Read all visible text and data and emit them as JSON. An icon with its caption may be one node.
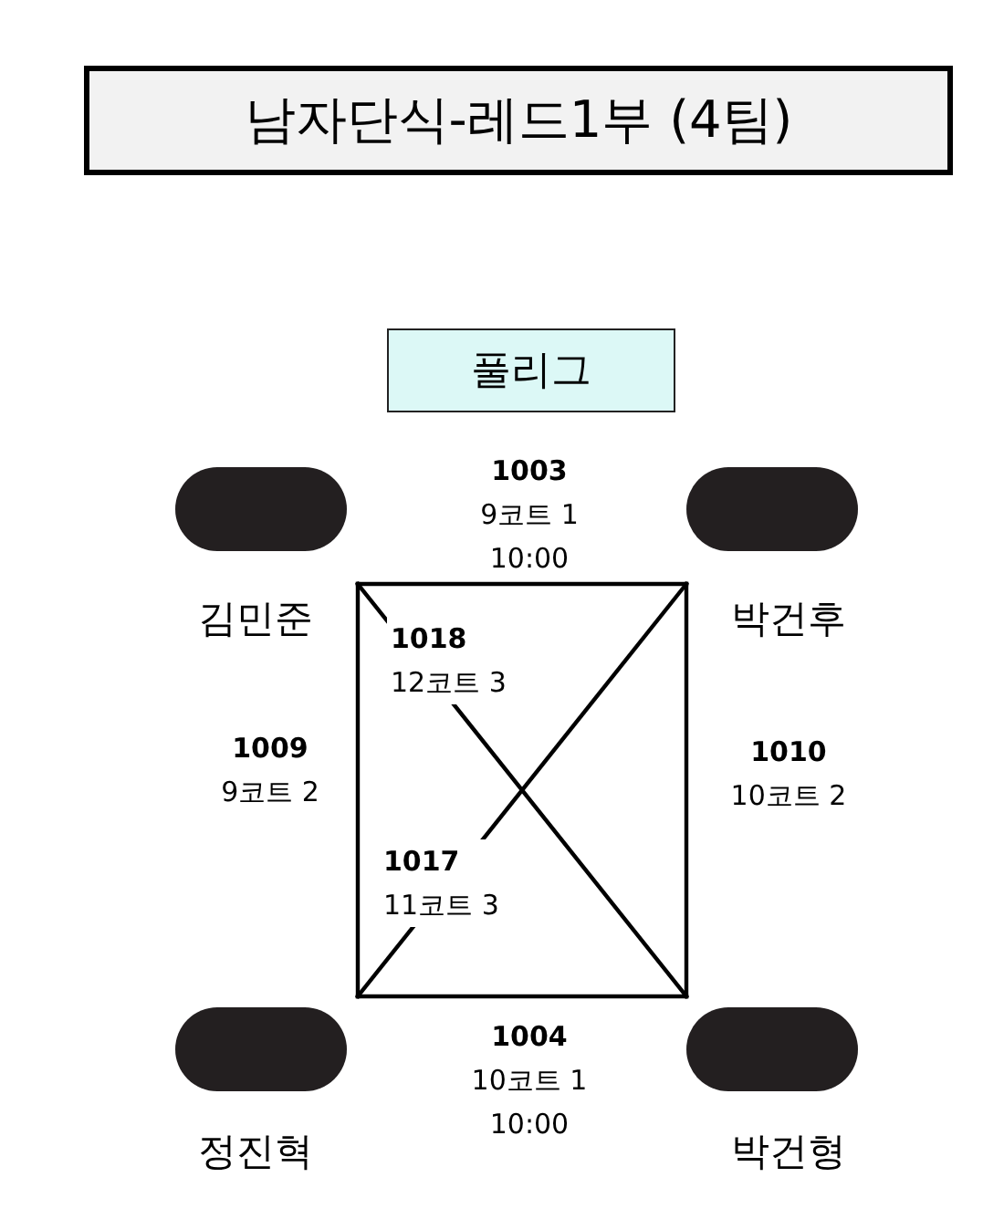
{
  "diagram": {
    "title": "남자단식-레드1부 (4팀)",
    "nodes": [
      {
        "text": [
          "풀리그"
        ]
      },
      {
        "text": [
          "김민준"
        ]
      },
      {
        "text": [
          "박건후"
        ]
      },
      {
        "text": [
          "정진혁"
        ]
      },
      {
        "text": [
          "박건형"
        ]
      }
    ],
    "edges": [
      {
        "from": 1,
        "to": 2,
        "arrow": "none",
        "label": "**1003** 9코트 1 10:00"
      },
      {
        "from": 1,
        "to": 3,
        "arrow": "none",
        "label": "**1009** 9코트 2"
      },
      {
        "from": 2,
        "to": 4,
        "arrow": "none",
        "label": "**1010** 10코트 2"
      },
      {
        "from": 1,
        "to": 4,
        "arrow": "none",
        "label": "**1018** 12코트 3"
      },
      {
        "from": 2,
        "to": 3,
        "arrow": "none",
        "label": "**1017** 11코트 3"
      },
      {
        "from": 3,
        "to": 4,
        "arrow": "none",
        "label": "**1004** 10코트 1 10:00"
      }
    ]
  }
}
